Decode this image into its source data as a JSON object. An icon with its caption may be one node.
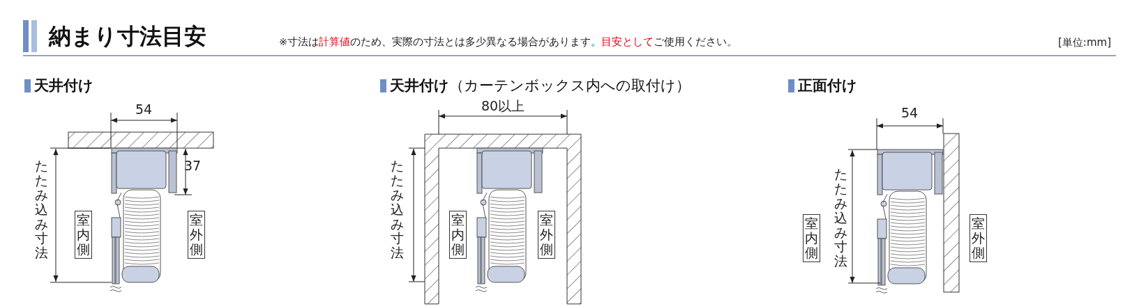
{
  "diagram": {
    "title": "納まり寸法目安",
    "nodes": [
      {
        "text": [
          "室内側"
        ]
      },
      {
        "text": [
          "室外側"
        ]
      },
      {
        "text": [
          "室内側"
        ]
      },
      {
        "text": [
          "室外側"
        ]
      },
      {
        "text": [
          "室内側"
        ]
      },
      {
        "text": [
          "室外側"
        ]
      }
    ],
    "labels": [
      "※寸法は**計算値**のため、実際の寸法とは多少異なる場合があります。**目安として**ご使用ください。",
      "[単位:mm]",
      "天井付け",
      "54",
      "37",
      "たたみ込み寸法",
      "**天井付け**（カーテンボックス内への取付け）",
      "80以上",
      "たたみ込み寸法",
      "正面付け",
      "54",
      "たたみ込み寸法"
    ]
  }
}
